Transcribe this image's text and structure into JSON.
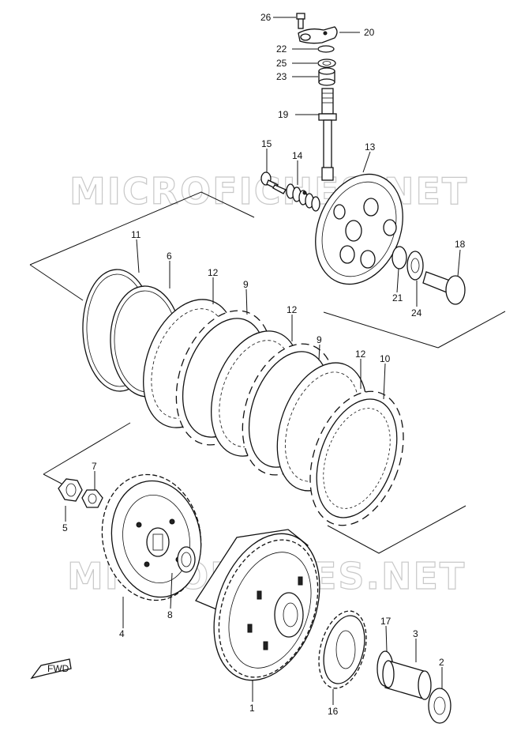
{
  "watermark": {
    "text": "MICROFICHES.NET"
  },
  "fwd_label": "FWD",
  "callouts": {
    "c1": "1",
    "c2": "2",
    "c3": "3",
    "c4": "4",
    "c5": "5",
    "c6": "6",
    "c7": "7",
    "c8": "8",
    "c9a": "9",
    "c9b": "9",
    "c10": "10",
    "c11": "11",
    "c12a": "12",
    "c12b": "12",
    "c12c": "12",
    "c13": "13",
    "c14": "14",
    "c15": "15",
    "c16": "16",
    "c17": "17",
    "c18": "18",
    "c19": "19",
    "c20": "20",
    "c21": "21",
    "c22": "22",
    "c23": "23",
    "c24": "24",
    "c25": "25",
    "c26": "26"
  },
  "colors": {
    "ink": "#111111",
    "watermark": "#c8c8c8",
    "background": "#ffffff"
  }
}
